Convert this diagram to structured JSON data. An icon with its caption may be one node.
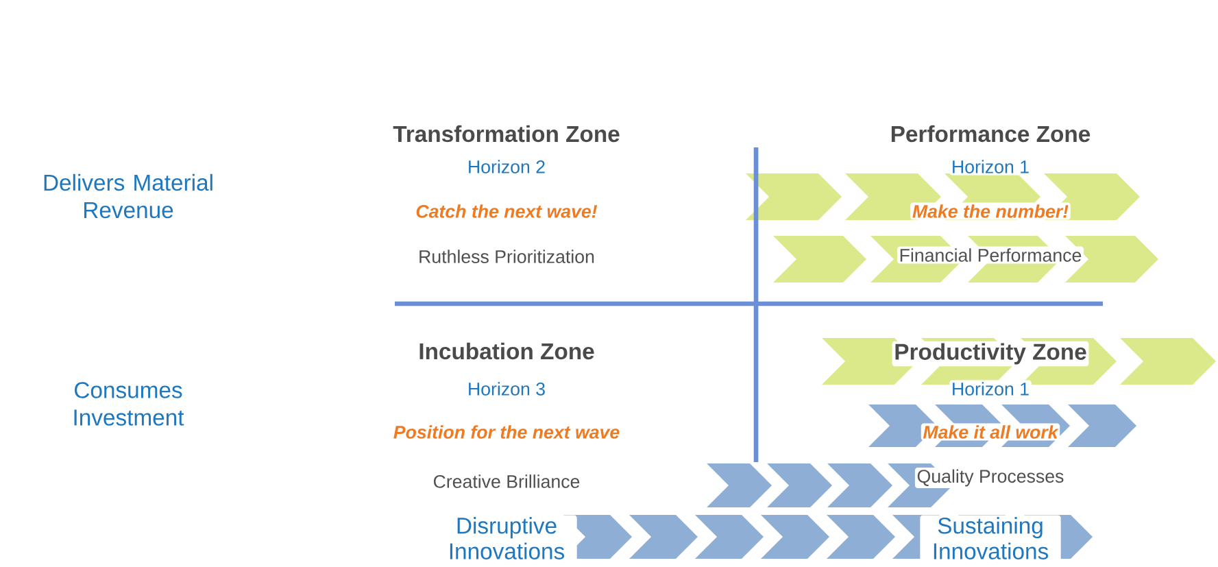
{
  "diagram": {
    "labels": [
      "Transformation Zone",
      "Performance Zone",
      "Delivers Material Revenue",
      "Horizon 2",
      "Horizon 1",
      "Catch the next wave!",
      "Make the number!",
      "Ruthless Prioritization",
      "Financial Performance",
      "Incubation Zone",
      "Productivity Zone",
      "Consumes Investment",
      "Horizon 3",
      "Horizon 1",
      "Position for the next wave",
      "Make it all work",
      "Creative Brilliance",
      "Quality Processes",
      "Disruptive Innovations",
      "Sustaining Innovations"
    ]
  }
}
